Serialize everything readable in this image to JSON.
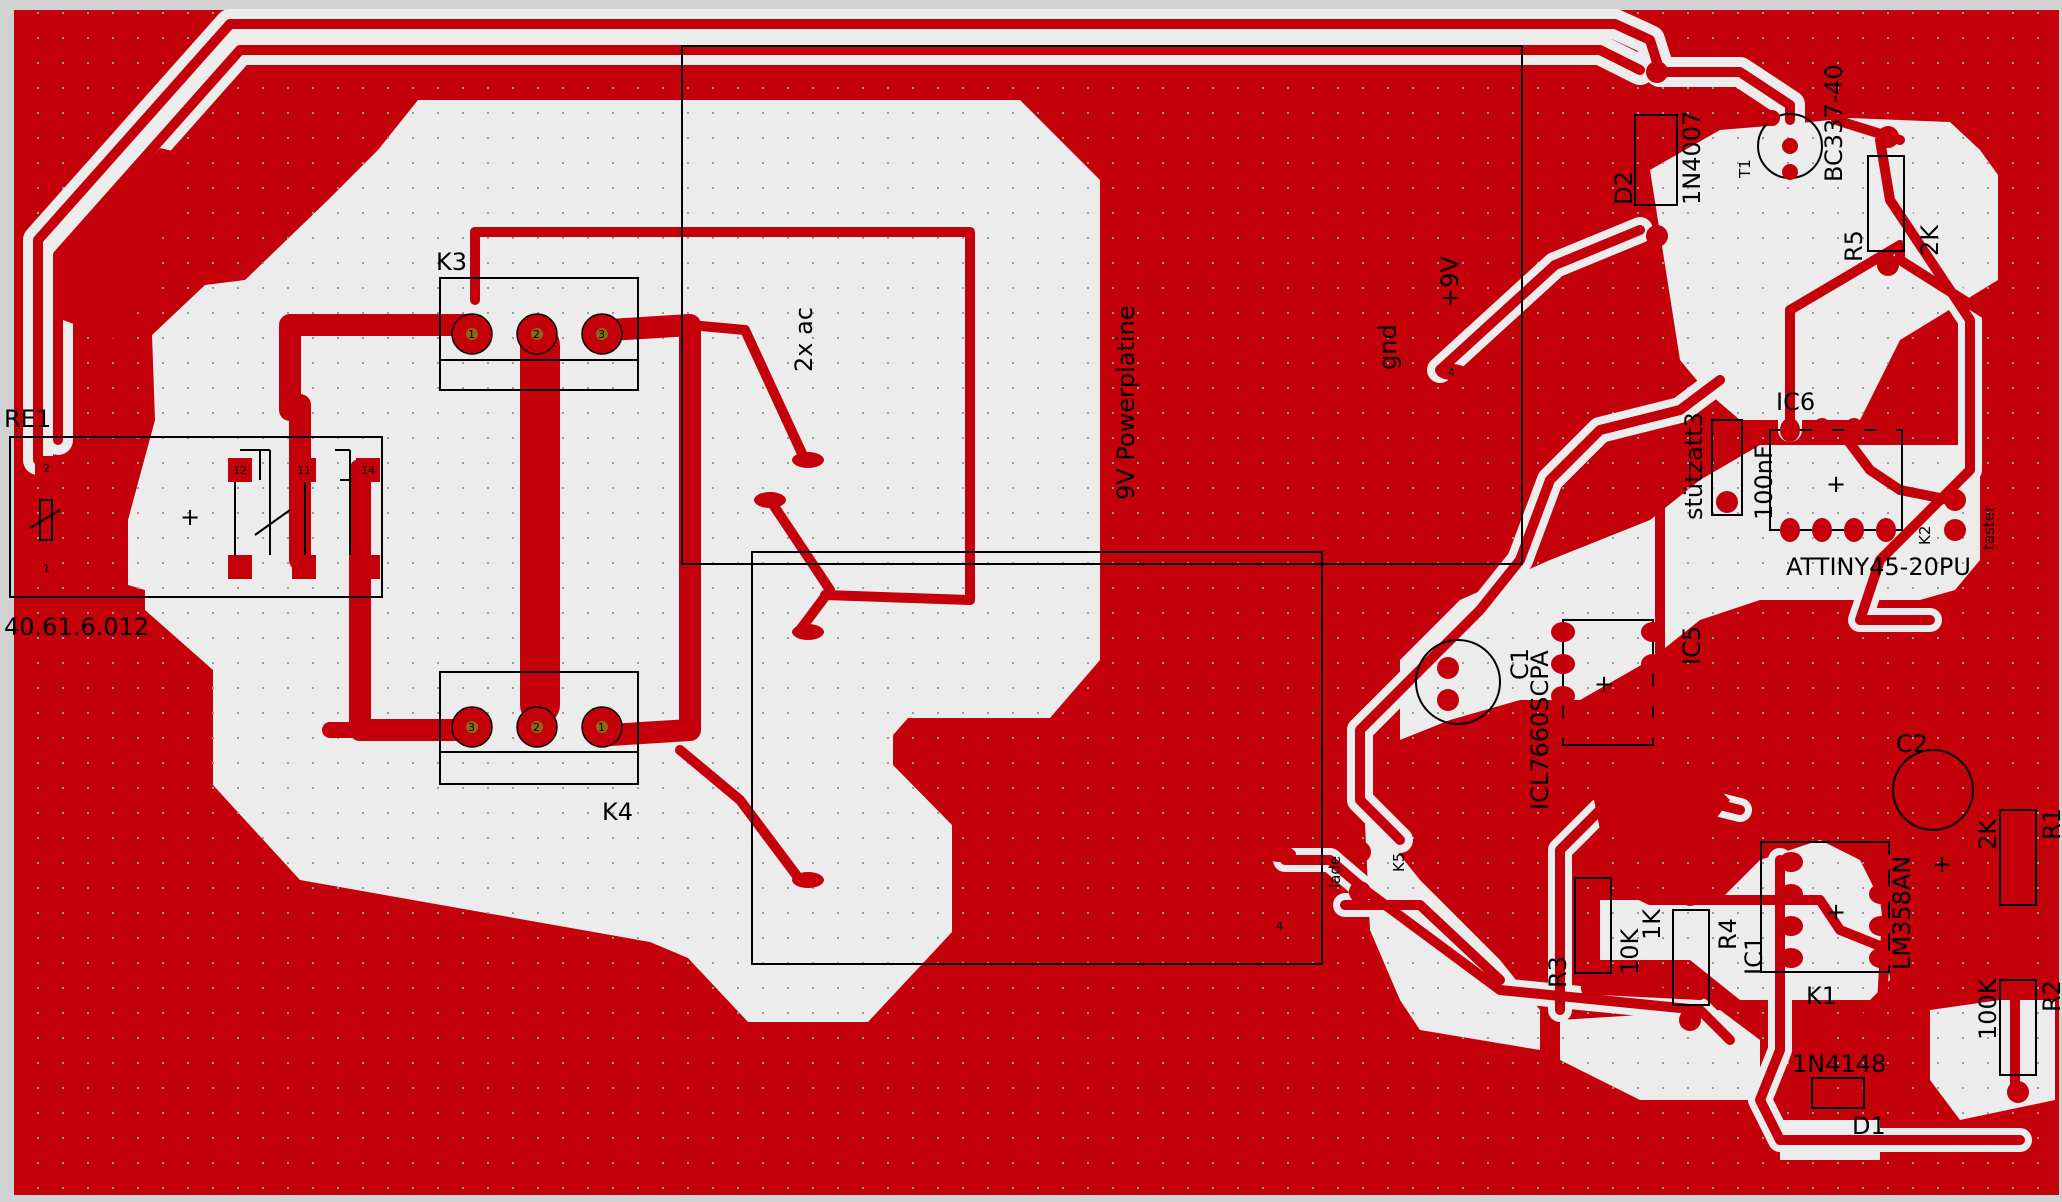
{
  "colors": {
    "copper": "#c4000a",
    "board_bg": "#ececec",
    "outline": "#000000",
    "pad_fill": "#c4000a",
    "pad_drill": "#8a6a16"
  },
  "labels": {
    "re1": "RE1",
    "re1_part": "40.61.6.012",
    "k3": "K3",
    "k4": "K4",
    "ac": "2x ac",
    "powerplatine": "9V Powerplatine",
    "gnd": "gnd",
    "plus9v": "+9V",
    "d2": "D2",
    "d2_part": "1N4007",
    "t1": "T1",
    "t1_part": "BC337-40",
    "r5": "R5",
    "r5_val": "2K",
    "ic6": "IC6",
    "stuetzatt3": "stützatt3",
    "c100nf": "100nF",
    "attiny": "ATTINY45-20PU",
    "k2": "K2",
    "taster": "taster",
    "c1": "C1",
    "icl": "ICL7660SCPA",
    "ic5": "IC5",
    "c2": "C2",
    "lade": "lade",
    "k5": "K5",
    "r3": "R3",
    "r3_val": "10K",
    "r4": "R4",
    "r4_val": "1K",
    "ic1": "IC1",
    "lm358": "LM358AN",
    "r1_val": "2K",
    "r1": "R1",
    "r2_val": "100K",
    "r2": "R2",
    "k1": "K1",
    "d1": "D1",
    "d1_part": "1N4148",
    "plus": "+",
    "pin_1": "1",
    "pin_2": "2",
    "pin_3": "3",
    "pin_4": "4",
    "pin_11": "11",
    "pin_12": "12",
    "pin_14": "14"
  }
}
